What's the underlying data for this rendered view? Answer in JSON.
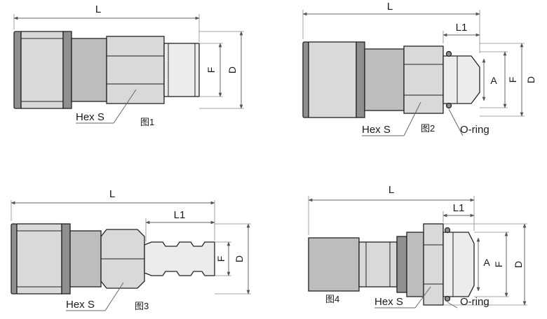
{
  "figures": [
    {
      "caption": "图1",
      "labels": {
        "length": "L",
        "f": "F",
        "d": "D",
        "hex": "Hex S"
      }
    },
    {
      "caption": "图2",
      "labels": {
        "length": "L",
        "l1": "L1",
        "a": "A",
        "f": "F",
        "d": "D",
        "hex": "Hex S",
        "oring": "O-ring"
      }
    },
    {
      "caption": "图3",
      "labels": {
        "length": "L",
        "l1": "L1",
        "f": "F",
        "d": "D",
        "hex": "Hex S"
      }
    },
    {
      "caption": "图4",
      "labels": {
        "length": "L",
        "l1": "L1",
        "a": "A",
        "f": "F",
        "d": "D",
        "hex": "Hex S",
        "oring": "O-ring"
      }
    }
  ]
}
